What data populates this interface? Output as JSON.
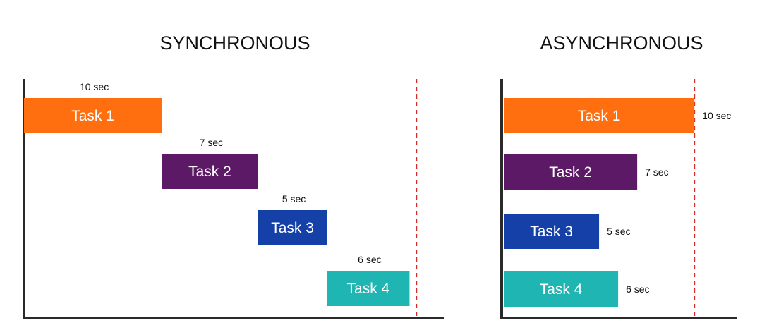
{
  "colors": {
    "task1": "#ff6f0f",
    "task2": "#5c1a66",
    "task3": "#1440a8",
    "task4": "#1fb5b2",
    "deadline": "#d32a2a",
    "axis": "#2a2a2a"
  },
  "chart_data": [
    {
      "type": "gantt",
      "title": "SYNCHRONOUS",
      "tasks": [
        {
          "label": "Task 1",
          "duration_label": "10 sec",
          "start": 0,
          "duration": 10,
          "color": "#ff6f0f"
        },
        {
          "label": "Task 2",
          "duration_label": "7 sec",
          "start": 10,
          "duration": 7,
          "color": "#5c1a66"
        },
        {
          "label": "Task 3",
          "duration_label": "5 sec",
          "start": 17,
          "duration": 5,
          "color": "#1440a8"
        },
        {
          "label": "Task 4",
          "duration_label": "6 sec",
          "start": 22,
          "duration": 6,
          "color": "#1fb5b2"
        }
      ],
      "deadline": 28.5,
      "xlim": [
        0,
        31
      ]
    },
    {
      "type": "gantt",
      "title": "ASYNCHRONOUS",
      "tasks": [
        {
          "label": "Task 1",
          "duration_label": "10 sec",
          "start": 0,
          "duration": 10,
          "color": "#ff6f0f"
        },
        {
          "label": "Task 2",
          "duration_label": "7 sec",
          "start": 0,
          "duration": 7,
          "color": "#5c1a66"
        },
        {
          "label": "Task 3",
          "duration_label": "5 sec",
          "start": 0,
          "duration": 5,
          "color": "#1440a8"
        },
        {
          "label": "Task 4",
          "duration_label": "6 sec",
          "start": 0,
          "duration": 6,
          "color": "#1fb5b2"
        }
      ],
      "deadline": 10,
      "xlim": [
        0,
        12.4
      ]
    }
  ]
}
